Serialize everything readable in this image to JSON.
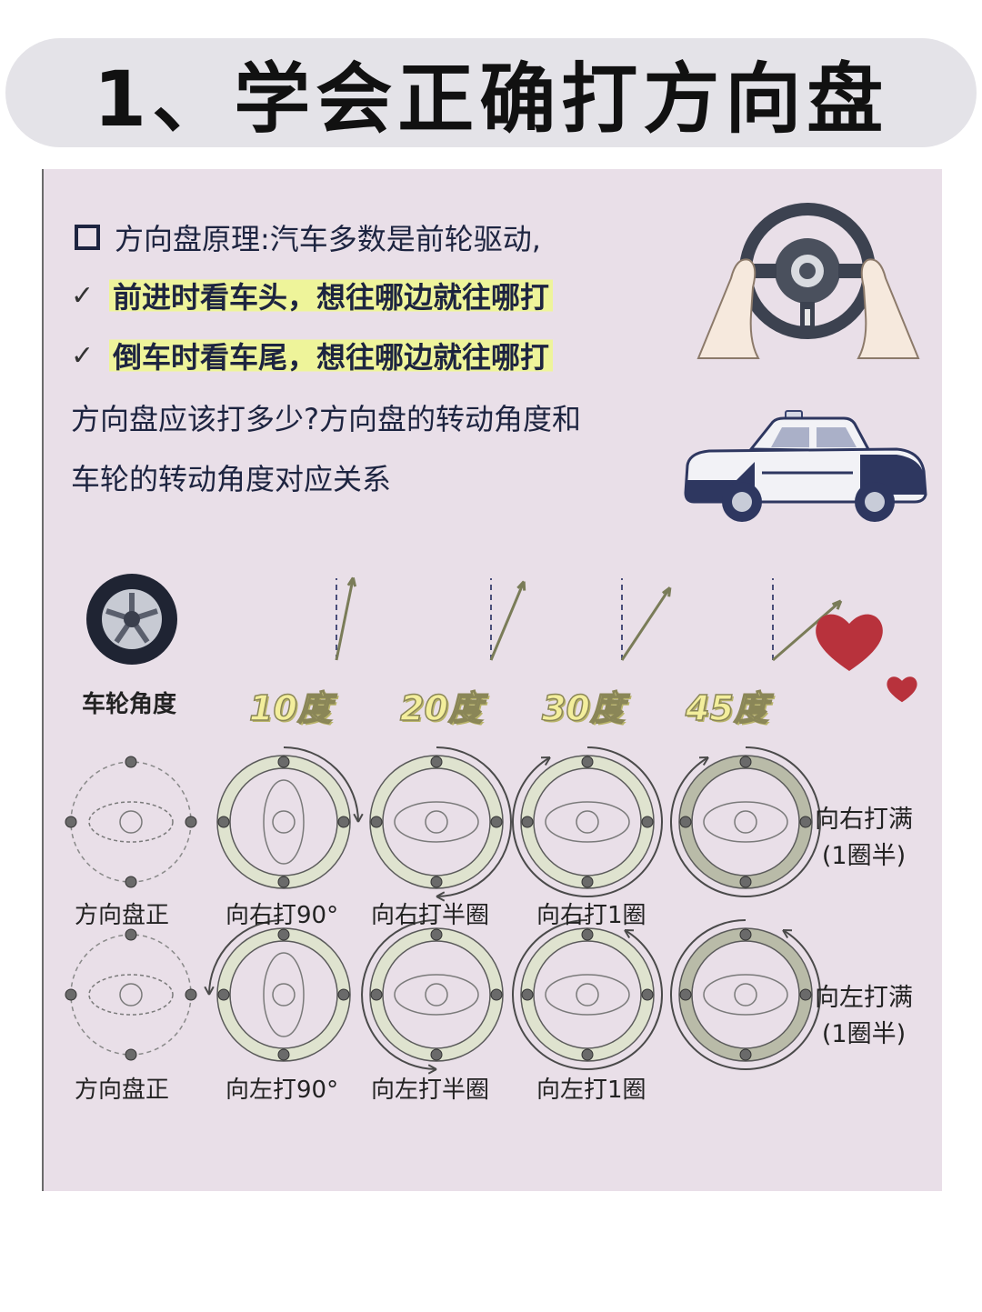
{
  "title": "1、学会正确打方向盘",
  "principle": {
    "heading": "方向盘原理:汽车多数是前轮驱动,",
    "forward": "前进时看车头，想往哪边就往哪打",
    "reverse": "倒车时看车尾，想往哪边就往哪打",
    "question_line1": "方向盘应该打多少?方向盘的转动角度和",
    "question_line2": "车轮的转动角度对应关系"
  },
  "icons": {
    "checkbox": "square-bullet-icon",
    "check": "checkmark-icon",
    "steering": "steering-wheel-hands-icon",
    "car": "police-car-icon",
    "tire": "tire-icon",
    "heart": "heart-icon"
  },
  "wheel_angle_label": "车轮角度",
  "angles": [
    "10度",
    "20度",
    "30度",
    "45度"
  ],
  "angle_values": [
    10,
    20,
    30,
    45
  ],
  "right_row": [
    "方向盘正",
    "向右打90°",
    "向右打半圈",
    "向右打1圈"
  ],
  "left_row": [
    "方向盘正",
    "向左打90°",
    "向左打半圈",
    "向左打1圈"
  ],
  "right_full": {
    "line1": "向右打满",
    "line2": "(1圈半)"
  },
  "left_full": {
    "line1": "向左打满",
    "line2": "(1圈半)"
  },
  "colors": {
    "highlight": "#eef49a",
    "panel_bg": "#e9dfe8",
    "text_dark": "#1d2440",
    "heart": "#b8323c",
    "rim_fill": "#dfe3cf"
  }
}
